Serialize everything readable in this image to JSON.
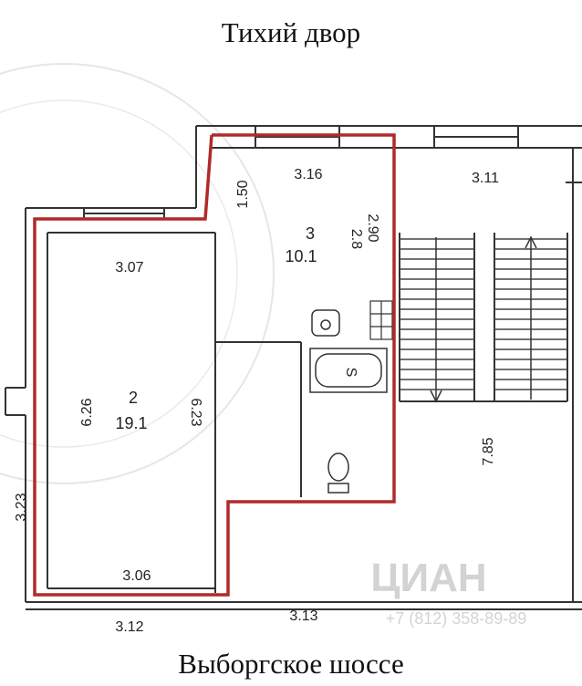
{
  "streets": {
    "top": "Тихий двор",
    "bottom": "Выборгское шоссе"
  },
  "rooms": [
    {
      "number": "2",
      "area": "19.1"
    },
    {
      "number": "3",
      "area": "10.1"
    }
  ],
  "dimensions": {
    "room3_top": "3.16",
    "room3_left": "1.50",
    "room3_right": "2.90",
    "room3_right_small": "2.8",
    "stair_top": "3.11",
    "room2_top": "3.07",
    "room2_left": "6.26",
    "room2_right": "6.23",
    "room2_bottom": "3.06",
    "outer_left": "3.23",
    "outer_bottom_left": "3.12",
    "outer_bottom_mid": "3.13",
    "stair_depth": "7.85"
  },
  "fixtures": {
    "bath_mark": "S"
  },
  "watermark": {
    "brand": "ЦИАН",
    "phone": "+7 (812) 358-89-89"
  },
  "colors": {
    "apartment_outline": "#b02a2a",
    "walls": "#333333"
  }
}
